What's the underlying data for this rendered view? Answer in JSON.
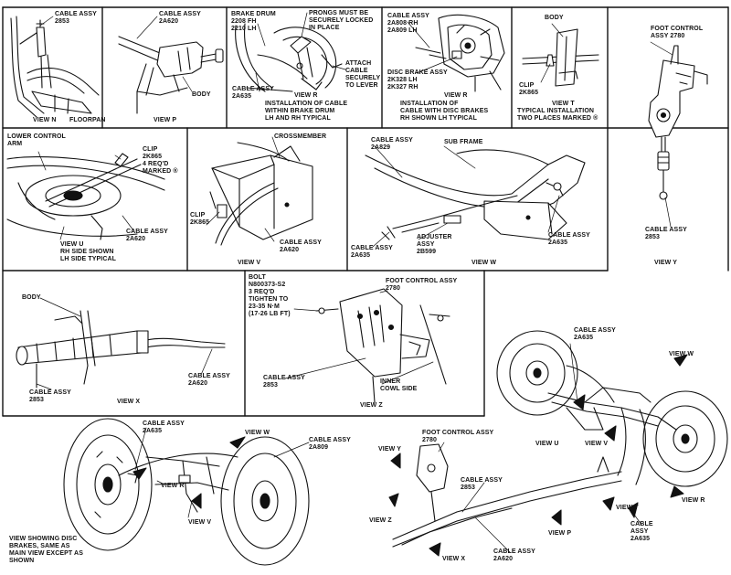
{
  "colors": {
    "ink": "#111111",
    "paper": "#ffffff",
    "shade": "#2a2a2a"
  },
  "panel_n": {
    "cable": [
      "CABLE ASSY",
      "2853"
    ],
    "view": "VIEW N",
    "floorpan": "FLOORPAN"
  },
  "panel_p": {
    "cable": [
      "CABLE ASSY",
      "2A620"
    ],
    "body": "BODY",
    "view": "VIEW P"
  },
  "panel_r": {
    "drum": [
      "BRAKE DRUM",
      "2208 FH",
      "2210 LH"
    ],
    "prongs": [
      "PRONGS MUST BE",
      "SECURELY LOCKED",
      "IN PLACE"
    ],
    "attach": [
      "ATTACH",
      "CABLE",
      "SECURELY",
      "TO LEVER"
    ],
    "cable": [
      "CABLE ASSY",
      "2A635"
    ],
    "view": "VIEW R",
    "caption": [
      "INSTALLATION OF CABLE",
      "WITHIN BRAKE DRUM",
      "LH AND RH TYPICAL"
    ]
  },
  "panel_r2": {
    "cable": [
      "CABLE ASSY",
      "2A808 RH",
      "2A809 LH"
    ],
    "disc": [
      "DISC BRAKE ASSY",
      "2K328 LH",
      "2K327 RH"
    ],
    "view": "VIEW R",
    "caption": [
      "INSTALLATION OF",
      "CABLE WITH DISC BRAKES",
      "RH SHOWN LH TYPICAL"
    ]
  },
  "panel_t": {
    "body": "BODY",
    "clip": [
      "CLIP",
      "2K865"
    ],
    "view": "VIEW T",
    "caption": [
      "TYPICAL INSTALLATION",
      "TWO PLACES MARKED ®"
    ]
  },
  "panel_y": {
    "foot": [
      "FOOT CONTROL",
      "ASSY 2780"
    ],
    "cable": [
      "CABLE ASSY",
      "2853"
    ],
    "view": "VIEW Y"
  },
  "panel_u": {
    "arm": [
      "LOWER CONTROL",
      "ARM"
    ],
    "clip": [
      "CLIP",
      "2K865",
      "4 REQ'D",
      "MARKED ®"
    ],
    "cable": [
      "CABLE ASSY",
      "2A620"
    ],
    "view": [
      "VIEW U",
      "RH SIDE SHOWN",
      "LH SIDE TYPICAL"
    ]
  },
  "panel_v": {
    "cross": "CROSSMEMBER",
    "clip": [
      "CLIP",
      "2K865"
    ],
    "cable": [
      "CABLE ASSY",
      "2A620"
    ],
    "view": "VIEW V"
  },
  "panel_w": {
    "cable_top": [
      "CABLE ASSY",
      "2A829"
    ],
    "sub": "SUB FRAME",
    "cable_left": [
      "CABLE ASSY",
      "2A635"
    ],
    "adjuster": [
      "ADJUSTER",
      "ASSY",
      "2B599"
    ],
    "cable_right": [
      "CABLE ASSY",
      "2A635"
    ],
    "view": "VIEW W"
  },
  "panel_x": {
    "body": "BODY",
    "cable_right": [
      "CABLE ASSY",
      "2A620"
    ],
    "cable_left": [
      "CABLE ASSY",
      "2853"
    ],
    "view": "VIEW X"
  },
  "panel_z": {
    "bolt": [
      "BOLT",
      "N800373-S2",
      "3 REQ'D",
      "TIGHTEN TO",
      "23-35 N·m",
      "(17-26 LB FT)"
    ],
    "foot": [
      "FOOT CONTROL ASSY",
      "2780"
    ],
    "cable": [
      "CABLE ASSY",
      "2853"
    ],
    "inner": [
      "INNER",
      "COWL SIDE"
    ],
    "view": "VIEW Z"
  },
  "main": {
    "left_cable": [
      "CABLE ASSY",
      "2A635"
    ],
    "left_view_w": "VIEW W",
    "left_cable_r": [
      "CABLE ASSY",
      "2A809"
    ],
    "left_view_r": "VIEW R",
    "left_view_v": "VIEW V",
    "left_caption": [
      "VIEW SHOWING DISC",
      "BRAKES, SAME AS",
      "MAIN VIEW EXCEPT AS",
      "SHOWN"
    ],
    "r_cable_top": [
      "CABLE ASSY",
      "2A635"
    ],
    "r_view_w": "VIEW W",
    "r_view_u": "VIEW U",
    "r_view_v": "VIEW V",
    "r_view_r": "VIEW R",
    "r_view_t": "VIEW T",
    "r_cable_bottom": [
      "CABLE",
      "ASSY",
      "2A635"
    ],
    "view_y": "VIEW Y",
    "foot": [
      "FOOT CONTROL ASSY",
      "2780"
    ],
    "cable_2853": [
      "CABLE ASSY",
      "2853"
    ],
    "view_z": "VIEW Z",
    "view_p": "VIEW P",
    "view_x": "VIEW X",
    "cable_2a620": [
      "CABLE ASSY",
      "2A620"
    ]
  }
}
